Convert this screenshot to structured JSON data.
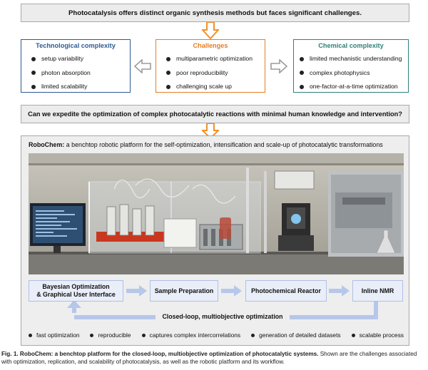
{
  "top_banner": "Photocatalysis offers distinct organic synthesis methods but faces significant challenges.",
  "technological": {
    "title": "Technological complexity",
    "items": [
      "setup variability",
      "photon absorption",
      "limited scalability"
    ],
    "color": "#2e5a93"
  },
  "challenges": {
    "title": "Challenges",
    "items": [
      "multiparametric optimization",
      "poor reproducibility",
      "challenging scale up"
    ],
    "color": "#e57e23"
  },
  "chemical": {
    "title": "Chemical complexity",
    "items": [
      "limited mechanistic understanding",
      "complex photophysics",
      "one-factor-at-a-time optimization"
    ],
    "color": "#2f7f7a"
  },
  "question": "Can we expedite the optimization of complex photocatalytic reactions with minimal human knowledge and intervention?",
  "robochem": {
    "name": "RoboChem:",
    "description": " a benchtop robotic platform for the self-optimization, intensification and scale-up of photocatalytic transformations"
  },
  "workflow": {
    "steps": [
      "Bayesian Optimization\n& Graphical User Interface",
      "Sample Preparation",
      "Photochemical Reactor",
      "Inline NMR"
    ],
    "loop_label": "Closed-loop, multiobjective optimization"
  },
  "features": [
    "fast optimization",
    "reproducible",
    "captures complex intercorrelations",
    "generation of detailed datasets",
    "scalable process"
  ],
  "caption": {
    "fig": "Fig. 1. RoboChem: a benchtop platform for the closed-loop, multiobjective optimization of photocatalytic systems.",
    "text": " Shown are the challenges associated with optimization, replication, and scalability of photocatalysis, as well as the robotic platform and its workflow."
  },
  "accent_colors": {
    "orange": "#f0922b",
    "flow_arrow": "#b7c7ea"
  }
}
